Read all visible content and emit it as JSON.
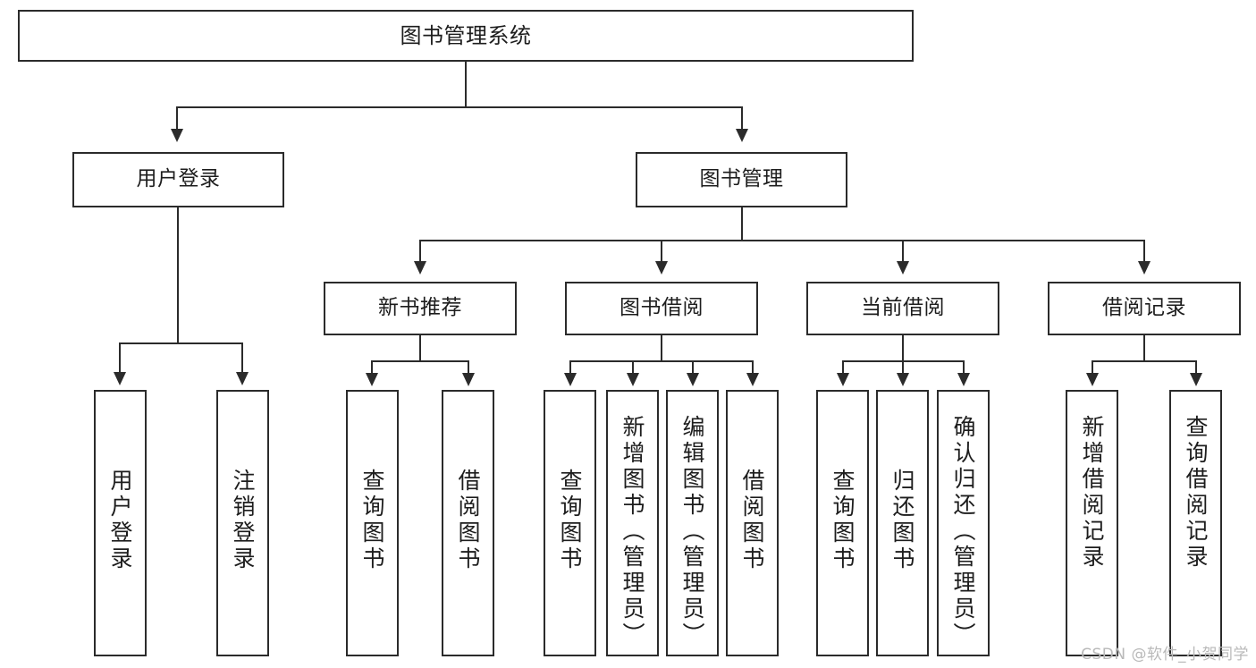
{
  "diagram": {
    "type": "tree",
    "title": "图书管理系统",
    "watermark": "CSDN @软件_小贺同学",
    "colors": {
      "stroke": "#2b2b2b",
      "fill": "#ffffff",
      "text": "#1d1d1d",
      "watermark": "#b9b9b9"
    },
    "nodes": {
      "root": {
        "label": "图书管理系统"
      },
      "level2": [
        {
          "id": "user-login",
          "label": "用户登录"
        },
        {
          "id": "book-manage",
          "label": "图书管理"
        }
      ],
      "level3": [
        {
          "id": "new-book-rec",
          "label": "新书推荐"
        },
        {
          "id": "book-borrow",
          "label": "图书借阅"
        },
        {
          "id": "current-borrow",
          "label": "当前借阅"
        },
        {
          "id": "borrow-record",
          "label": "借阅记录"
        }
      ],
      "leaves": {
        "user_login": [
          {
            "id": "leaf-user-login",
            "label": "用户登录"
          },
          {
            "id": "leaf-logout",
            "label": "注销登录"
          }
        ],
        "new_book_rec": [
          {
            "id": "leaf-query-book-1",
            "label": "查询图书"
          },
          {
            "id": "leaf-borrow-book-1",
            "label": "借阅图书"
          }
        ],
        "book_borrow": [
          {
            "id": "leaf-query-book-2",
            "label": "查询图书"
          },
          {
            "id": "leaf-add-book",
            "label": "新增图书（管理员）"
          },
          {
            "id": "leaf-edit-book",
            "label": "编辑图书（管理员）"
          },
          {
            "id": "leaf-borrow-book-2",
            "label": "借阅图书"
          }
        ],
        "current_borrow": [
          {
            "id": "leaf-query-book-3",
            "label": "查询图书"
          },
          {
            "id": "leaf-return-book",
            "label": "归还图书"
          },
          {
            "id": "leaf-confirm-return",
            "label": "确认归还（管理员）"
          }
        ],
        "borrow_record": [
          {
            "id": "leaf-add-record",
            "label": "新增借阅记录"
          },
          {
            "id": "leaf-query-record",
            "label": "查询借阅记录"
          }
        ]
      }
    }
  }
}
